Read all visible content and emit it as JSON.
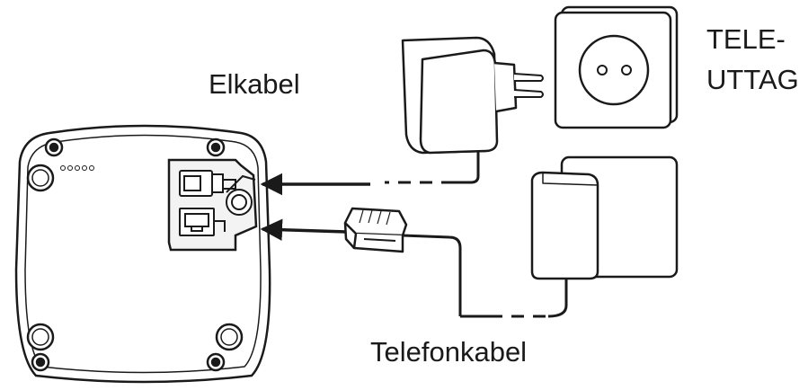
{
  "labels": {
    "power_cable": "Elkabel",
    "wall_socket_line1": "TELE-",
    "wall_socket_line2": "UTTAG",
    "phone_cable": "Telefonkabel"
  },
  "colors": {
    "stroke": "#1a1a1a",
    "fill": "#ffffff"
  }
}
